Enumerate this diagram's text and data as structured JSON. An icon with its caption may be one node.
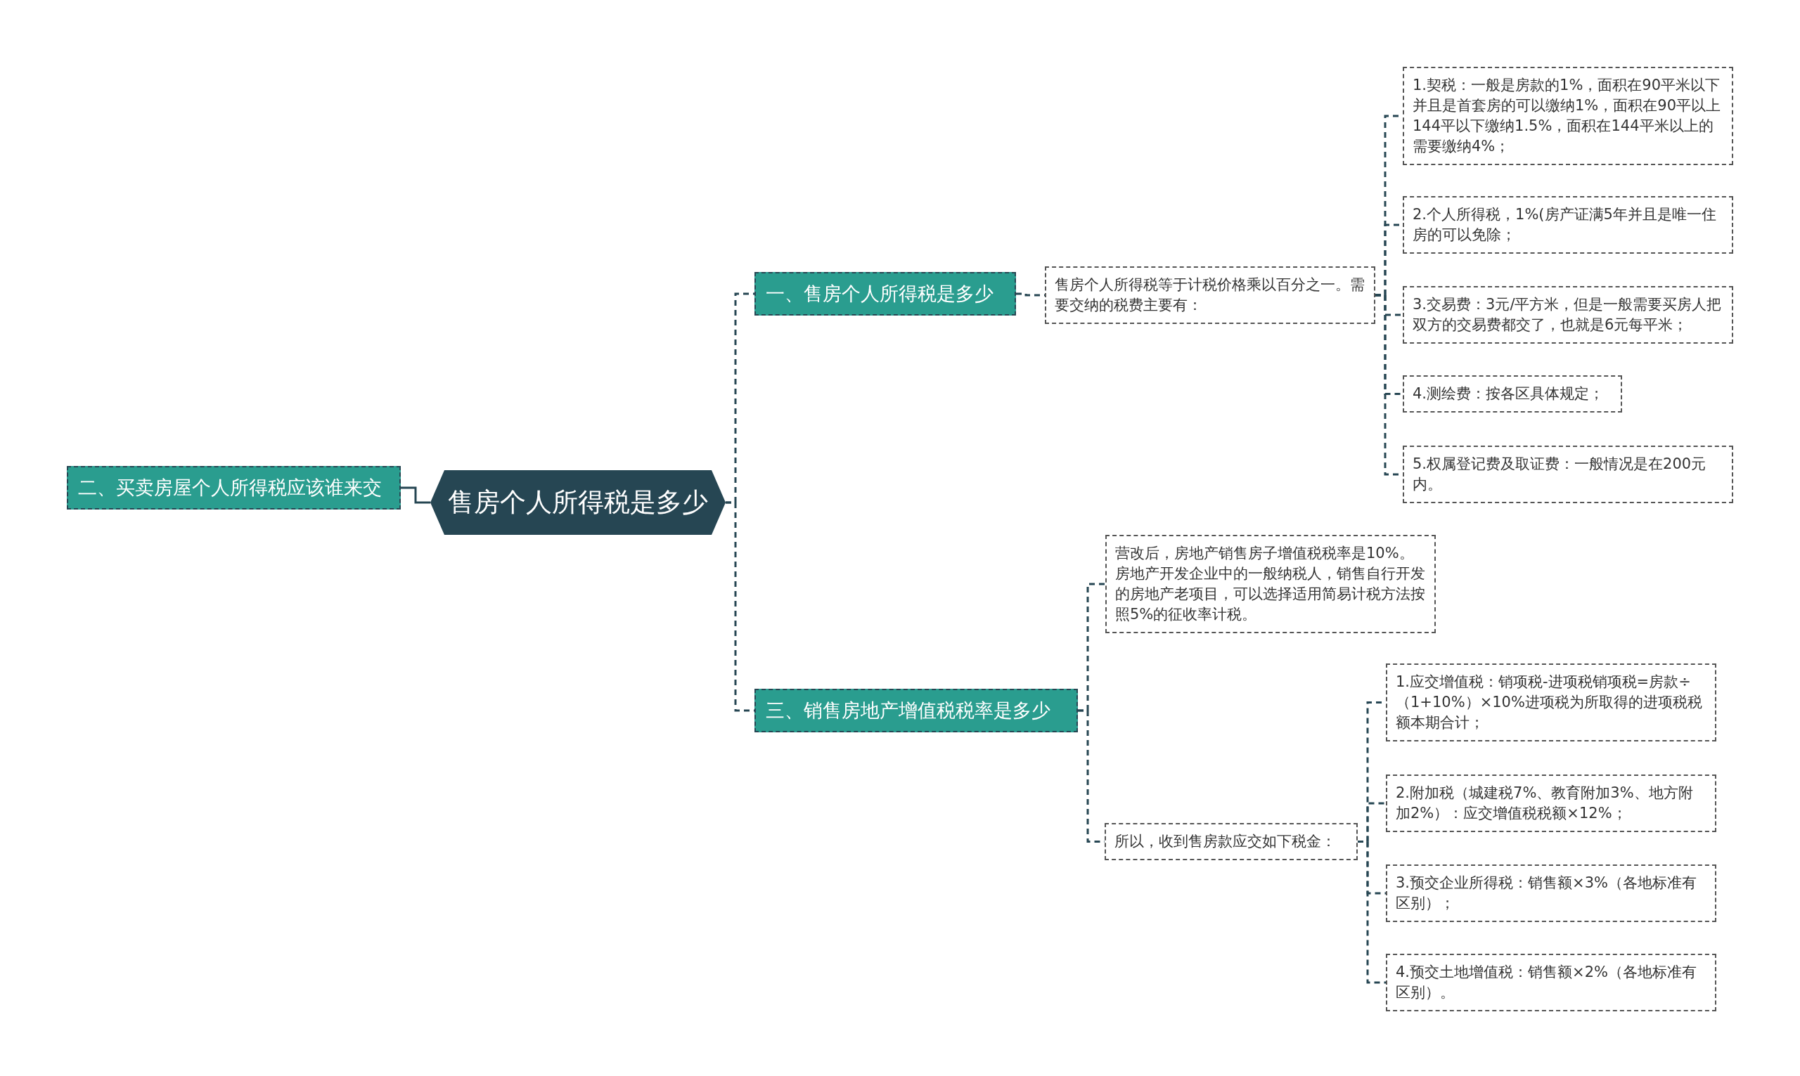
{
  "diagram": {
    "nodes": [
      {
        "text": [
          "售房个人所得税是多少"
        ]
      },
      {
        "text": [
          "一、售房个人所得税是多少"
        ]
      },
      {
        "text": [
          "售房个人所得税等于计税价格乘以百分之一。需要交纳的税费主要有："
        ]
      },
      {
        "text": [
          "1.契税：一般是房款的1%，面积在90平米以下并且是首套房的可以缴纳1%，面积在90平以上144平以下缴纳1.5%，面积在144平米以上的需要缴纳4%；"
        ]
      },
      {
        "text": [
          "2.个人所得税，1%(房产证满5年并且是唯一住房的可以免除；"
        ]
      },
      {
        "text": [
          "3.交易费：3元/平方米，但是一般需要买房人把双方的交易费都交了，也就是6元每平米；"
        ]
      },
      {
        "text": [
          "4.测绘费：按各区具体规定；"
        ]
      },
      {
        "text": [
          "5.权属登记费及取证费：一般情况是在200元内。"
        ]
      },
      {
        "text": [
          "二、买卖房屋个人所得税应该谁来交"
        ]
      },
      {
        "text": [
          "三、销售房地产增值税税率是多少"
        ]
      },
      {
        "text": [
          "营改后，房地产销售房子增值税税率是10%。房地产开发企业中的一般纳税人，销售自行开发的房地产老项目，可以选择适用简易计税方法按照5%的征收率计税。"
        ]
      },
      {
        "text": [
          "所以，收到售房款应交如下税金："
        ]
      },
      {
        "text": [
          "1.应交增值税：销项税-进项税销项税=房款÷（1+10%）×10%进项税为所取得的进项税税额本期合计；"
        ]
      },
      {
        "text": [
          "2.附加税（城建税7%、教育附加3%、地方附加2%）：应交增值税税额×12%；"
        ]
      },
      {
        "text": [
          "3.预交企业所得税：销售额×3%（各地标准有区别）；"
        ]
      },
      {
        "text": [
          "4.预交土地增值税：销售额×2%（各地标准有区别）。"
        ]
      }
    ],
    "edges": [
      {
        "from": 0,
        "to": 1,
        "arrow": "none",
        "style": "dashed"
      },
      {
        "from": 0,
        "to": 8,
        "arrow": "none"
      },
      {
        "from": 0,
        "to": 9,
        "arrow": "none",
        "style": "dashed"
      },
      {
        "from": 1,
        "to": 2,
        "arrow": "none",
        "style": "dashed"
      },
      {
        "from": 2,
        "to": 3,
        "arrow": "none",
        "style": "dashed"
      },
      {
        "from": 2,
        "to": 4,
        "arrow": "none",
        "style": "dashed"
      },
      {
        "from": 2,
        "to": 5,
        "arrow": "none",
        "style": "dashed"
      },
      {
        "from": 2,
        "to": 6,
        "arrow": "none",
        "style": "dashed"
      },
      {
        "from": 2,
        "to": 7,
        "arrow": "none",
        "style": "dashed"
      },
      {
        "from": 9,
        "to": 10,
        "arrow": "none",
        "style": "dashed"
      },
      {
        "from": 9,
        "to": 11,
        "arrow": "none",
        "style": "dashed"
      },
      {
        "from": 11,
        "to": 12,
        "arrow": "none",
        "style": "dashed"
      },
      {
        "from": 11,
        "to": 13,
        "arrow": "none",
        "style": "dashed"
      },
      {
        "from": 11,
        "to": 14,
        "arrow": "none",
        "style": "dashed"
      },
      {
        "from": 11,
        "to": 15,
        "arrow": "none",
        "style": "dashed"
      }
    ]
  }
}
